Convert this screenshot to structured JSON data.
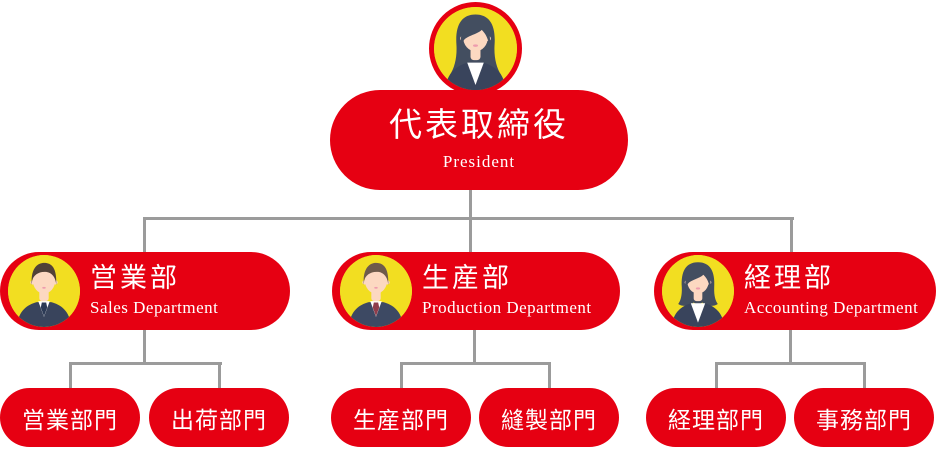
{
  "colors": {
    "brand_red": "#e60012",
    "avatar_yellow": "#f2de21",
    "connector_gray": "#9b9b9b",
    "text_white": "#ffffff"
  },
  "org_chart": {
    "president": {
      "title": "代表取締役",
      "subtitle": "President",
      "avatar": "businesswoman-long-hair"
    },
    "departments": [
      {
        "title": "営業部",
        "subtitle": "Sales Department",
        "avatar": "businessman-navy-tie",
        "children": [
          "営業部門",
          "出荷部門"
        ]
      },
      {
        "title": "生産部",
        "subtitle": "Production Department",
        "avatar": "businessman-red-tie",
        "children": [
          "生産部門",
          "縫製部門"
        ]
      },
      {
        "title": "経理部",
        "subtitle": "Accounting Department",
        "avatar": "businesswoman-bob",
        "children": [
          "経理部門",
          "事務部門"
        ]
      }
    ]
  }
}
